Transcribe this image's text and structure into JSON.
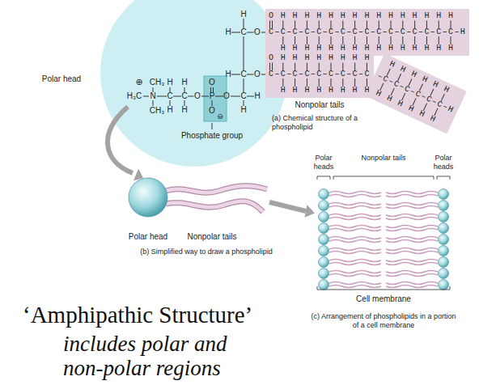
{
  "diagram": {
    "title": "‘Amphipathic Structure’",
    "caption": "includes polar and non-polar regions",
    "labels": [
      "Polar head",
      "H",
      "H",
      "C",
      "O",
      "H",
      "C",
      "O",
      "⊕",
      "CH₃",
      "H₃C",
      "N",
      "C",
      "C",
      "O",
      "P",
      "O",
      "C",
      "H",
      "CH₃",
      "H",
      "H",
      "H",
      "H",
      "O",
      "O",
      "⊖",
      "H",
      "O H H H H H H H H H H H H H H H",
      "C–C–C–C–C–C–C–C–C–C–C–C–C–C–C–C–H",
      "H H H H H H H H H H H H H H H",
      "O H H H H H H H H",
      "C–C–C–C–C–C–C–C–C",
      "H H H H H H H H",
      "H H H H H H",
      "–C–C–C–C–C–C–H",
      "H H H H H H",
      "Nonpolar tails",
      "(a) Chemical structure of a phospholipid",
      "Phosphate group",
      "Polar head",
      "Nonpolar tails",
      "(b) Simplified way to draw a phospholipid",
      "Polar heads",
      "Nonpolar tails",
      "Polar heads",
      "Cell membrane",
      "(c) Arrangement of phospholipids in a portion of a cell membrane"
    ]
  }
}
